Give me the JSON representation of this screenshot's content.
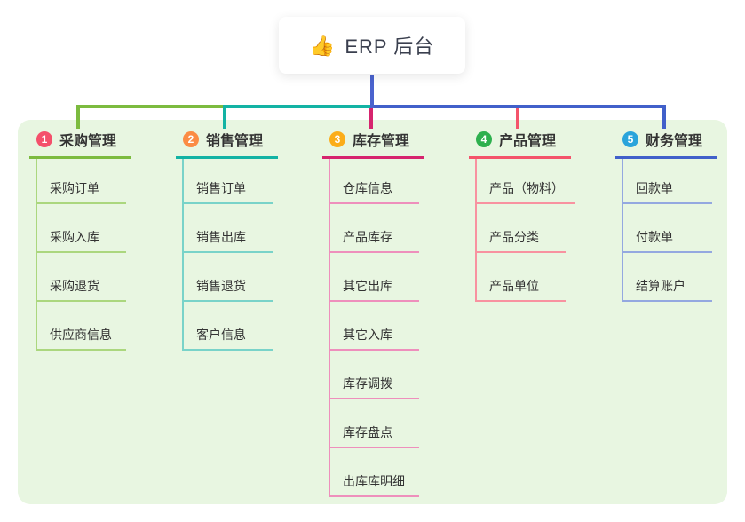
{
  "root": {
    "icon": "👍",
    "label": "ERP 后台"
  },
  "branches": [
    {
      "num": "1",
      "title": "采购管理",
      "color": "#7cbb3f",
      "light_color": "#abd77e",
      "badge_color": "#f4506b",
      "items": [
        "采购订单",
        "采购入库",
        "采购退货",
        "供应商信息"
      ]
    },
    {
      "num": "2",
      "title": "销售管理",
      "color": "#13b3a4",
      "light_color": "#79d3c9",
      "badge_color": "#fb8c44",
      "items": [
        "销售订单",
        "销售出库",
        "销售退货",
        "客户信息"
      ]
    },
    {
      "num": "3",
      "title": "库存管理",
      "color": "#d6246e",
      "light_color": "#ee8fbc",
      "badge_color": "#fbad18",
      "items": [
        "仓库信息",
        "产品库存",
        "其它出库",
        "其它入库",
        "库存调拨",
        "库存盘点",
        "出库库明细"
      ]
    },
    {
      "num": "4",
      "title": "产品管理",
      "color": "#f4546b",
      "light_color": "#f892a0",
      "badge_color": "#2eb04e",
      "items": [
        "产品（物料）",
        "产品分类",
        "产品单位"
      ]
    },
    {
      "num": "5",
      "title": "财务管理",
      "color": "#4160ca",
      "light_color": "#94a8e0",
      "badge_color": "#2aa4db",
      "items": [
        "回款单",
        "付款单",
        "结算账户"
      ]
    }
  ],
  "colors": {
    "panel_background": "#e8f6e1",
    "page_background": "#ffffff",
    "root_connector": "#4a63ce",
    "text": "#333333"
  }
}
